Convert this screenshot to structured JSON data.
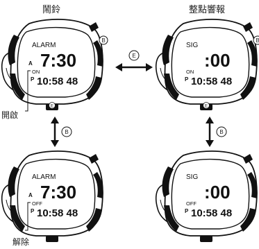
{
  "headings": {
    "alarm_mode": "鬧鈴",
    "hourly_signal_mode": "整點響報"
  },
  "buttons": {
    "b": "B",
    "e": "E"
  },
  "callouts": {
    "on": "開啟",
    "off": "解除"
  },
  "watches": {
    "alarm_on": {
      "mode_label": "ALARM",
      "am_indicator": "A",
      "pm_indicator": "P",
      "main_value": "7:30",
      "status": "ON",
      "current_time": "10:58 48"
    },
    "alarm_off": {
      "mode_label": "ALARM",
      "am_indicator": "A",
      "pm_indicator": "P",
      "main_value": "7:30",
      "status": "OFF",
      "current_time": "10:58 48"
    },
    "signal_on": {
      "mode_label": "SIG",
      "pm_indicator": "P",
      "main_value": ":00",
      "status": "ON",
      "current_time": "10:58 48"
    },
    "signal_off": {
      "mode_label": "SIG",
      "pm_indicator": "P",
      "main_value": ":00",
      "status": "OFF",
      "current_time": "10:58 48"
    }
  }
}
